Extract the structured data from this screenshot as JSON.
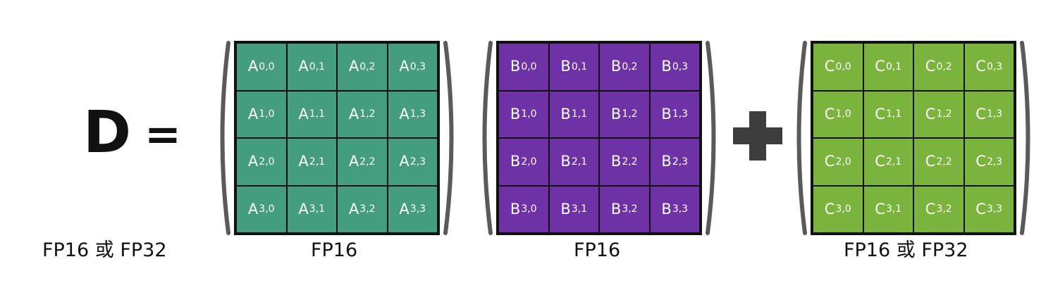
{
  "equation": {
    "lhs": "D",
    "equals": "=",
    "operator": "plus"
  },
  "labels": {
    "d_precision": "FP16 或 FP32",
    "a_precision": "FP16",
    "b_precision": "FP16",
    "c_precision": "FP16 或 FP32"
  },
  "matrices": {
    "a": {
      "letter": "A",
      "color": "#459d80",
      "cells": [
        [
          "0,0",
          "0,1",
          "0,2",
          "0,3"
        ],
        [
          "1,0",
          "1,1",
          "1,2",
          "1,3"
        ],
        [
          "2,0",
          "2,1",
          "2,2",
          "2,3"
        ],
        [
          "3,0",
          "3,1",
          "3,2",
          "3,3"
        ]
      ]
    },
    "b": {
      "letter": "B",
      "color": "#6f32a6",
      "cells": [
        [
          "0,0",
          "0,1",
          "0,2",
          "0,3"
        ],
        [
          "1,0",
          "1,1",
          "1,2",
          "1,3"
        ],
        [
          "2,0",
          "2,1",
          "2,2",
          "2,3"
        ],
        [
          "3,0",
          "3,1",
          "3,2",
          "3,3"
        ]
      ]
    },
    "c": {
      "letter": "C",
      "color": "#7ab43c",
      "cells": [
        [
          "0,0",
          "0,1",
          "0,2",
          "0,3"
        ],
        [
          "1,0",
          "1,1",
          "1,2",
          "1,3"
        ],
        [
          "2,0",
          "2,1",
          "2,2",
          "2,3"
        ],
        [
          "3,0",
          "3,1",
          "3,2",
          "3,3"
        ]
      ]
    }
  },
  "colors": {
    "paren": "#5a5a5a",
    "plus": "#3d3d3d",
    "text": "#111111"
  }
}
